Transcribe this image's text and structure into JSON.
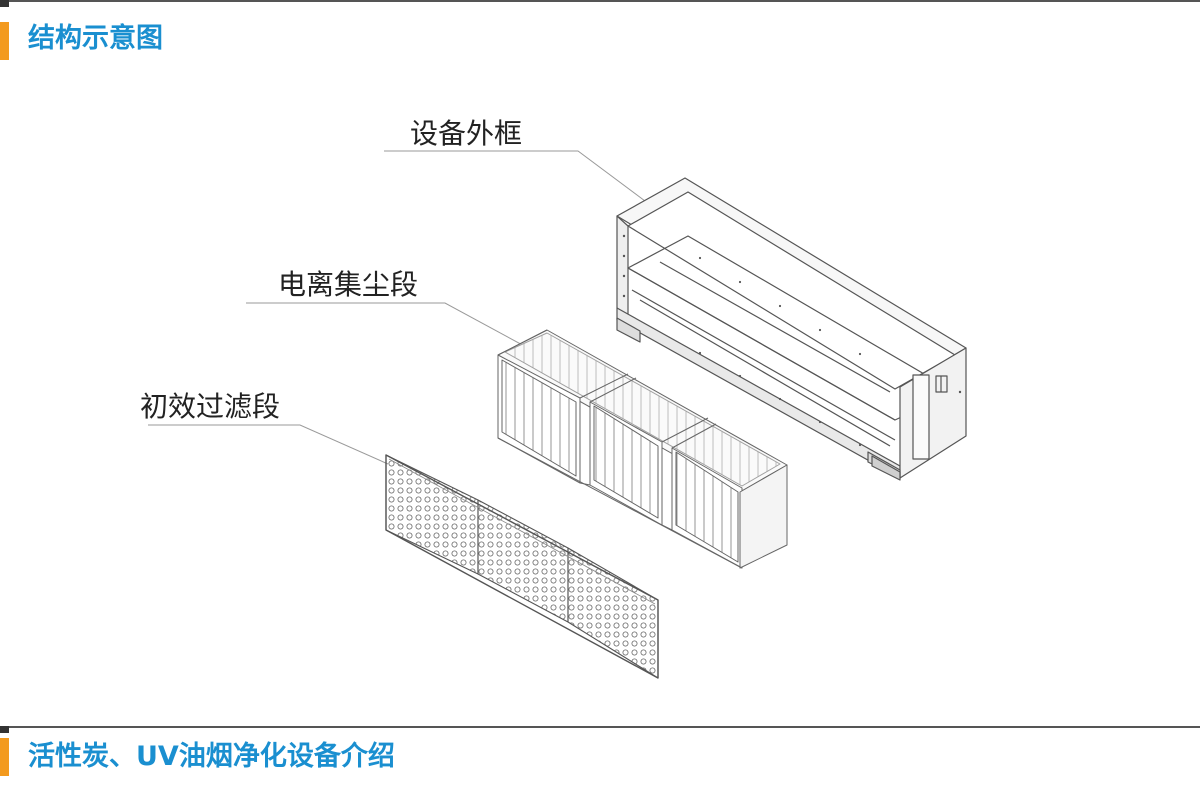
{
  "header": {
    "title": "结构示意图"
  },
  "labels": {
    "outer_frame": "设备外框",
    "ionizer_section": "电离集尘段",
    "prefilter_section": "初效过滤段"
  },
  "footer": {
    "title": "活性炭、UV油烟净化设备介绍"
  },
  "colors": {
    "accent": "#f39a1e",
    "title_text": "#1a8fd0",
    "line_art": "#555555",
    "leader_line": "#999999"
  }
}
